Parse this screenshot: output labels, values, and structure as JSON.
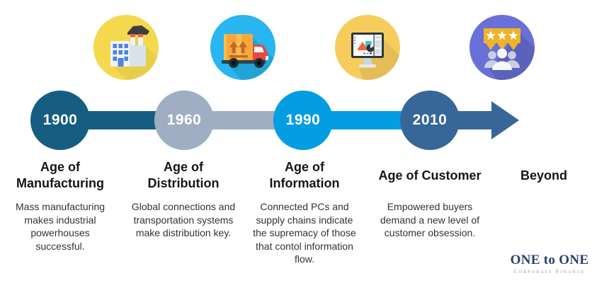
{
  "timeline": {
    "eras": [
      {
        "year": "1900",
        "title": "Age of\nManufacturing",
        "description": "Mass manufacturing makes industrial powerhouses successful.",
        "circle_color": "#155E81",
        "connector_color": "#155E81",
        "icon": "factory-icon",
        "icon_bg": "#F4D84D"
      },
      {
        "year": "1960",
        "title": "Age of\nDistribution",
        "description": "Global  connections and transportation systems make distribution key.",
        "circle_color": "#9FAEC2",
        "connector_color": "#9FAEC2",
        "icon": "delivery-truck-icon",
        "icon_bg": "#28B5F0"
      },
      {
        "year": "1990",
        "title": "Age of\nInformation",
        "description": "Connected PCs and supply chains indicate the supremacy of those that contol information flow.",
        "circle_color": "#049DE4",
        "connector_color": "#049DE4",
        "icon": "computer-graphics-icon",
        "icon_bg": "#F6CC5D"
      },
      {
        "year": "2010",
        "title": "Age of Customer",
        "description": "Empowered buyers demand a new level of customer obsession.",
        "circle_color": "#376699",
        "connector_color": "#376699",
        "icon": "customer-reviews-icon",
        "icon_bg": "#6971D8"
      }
    ],
    "beyond": {
      "title": "Beyond"
    },
    "arrow_color": "#376699"
  },
  "logo": {
    "name": "ONE to ONE",
    "subtitle": "Corporate Finance",
    "title_color": "#27416B",
    "subtitle_color": "#8A9AB5"
  }
}
